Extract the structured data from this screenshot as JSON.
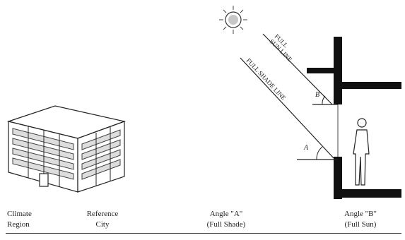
{
  "labels": {
    "full_sun_line": [
      "FULL",
      "SUN LINE"
    ],
    "full_shade_line": "FULL SHADE LINE",
    "angle_b": "B",
    "angle_a": "A"
  },
  "columns": {
    "climate_region": [
      "Climate",
      "Region"
    ],
    "reference_city": [
      "Reference",
      "City"
    ],
    "angle_a": [
      "Angle \"A\"",
      "(Full Shade)"
    ],
    "angle_b": [
      "Angle \"B\"",
      "(Full Sun)"
    ]
  },
  "icons": {
    "sun": "sun-icon",
    "building": "building-icon",
    "person": "person-icon"
  },
  "colors": {
    "ink": "#111111",
    "background": "#ffffff"
  }
}
